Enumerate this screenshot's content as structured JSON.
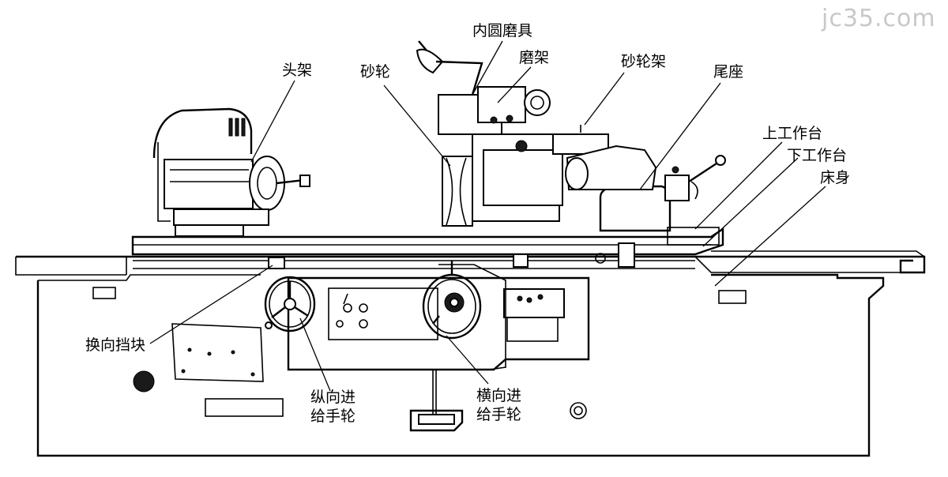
{
  "watermark": "jc35.com",
  "labels": {
    "headstock": "头架",
    "grinding_wheel": "砂轮",
    "internal_grinding_tool": "内圆磨具",
    "grinding_frame": "磨架",
    "wheel_head": "砂轮架",
    "tailstock": "尾座",
    "upper_table": "上工作台",
    "lower_table": "下工作台",
    "bed": "床身",
    "reversing_stop": "换向挡块",
    "longitudinal_feed_line1": "纵向进",
    "longitudinal_feed_line2": "给手轮",
    "cross_feed_line1": "横向进",
    "cross_feed_line2": "给手轮"
  }
}
